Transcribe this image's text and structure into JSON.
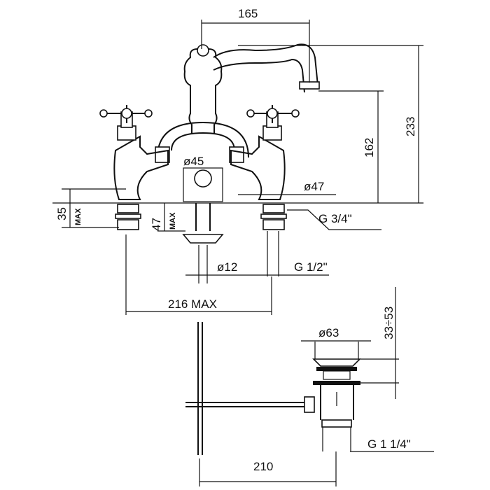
{
  "dimensions": {
    "spout_reach": "165",
    "total_height": "233",
    "spout_height": "162",
    "bridge_diameter": "ø45",
    "base_diameter": "ø47",
    "tail_length": "35",
    "tail_max": "MAX",
    "rod_length": "47",
    "rod_max": "MAX",
    "tail_thread": "G 3/4\"",
    "rod_diameter": "ø12",
    "connection_thread": "G 1/2\"",
    "centres": "216 MAX",
    "drain_diameter": "ø63",
    "drain_range": "33÷53",
    "drain_thread": "G 1 1/4\"",
    "drain_rod_length": "210"
  }
}
